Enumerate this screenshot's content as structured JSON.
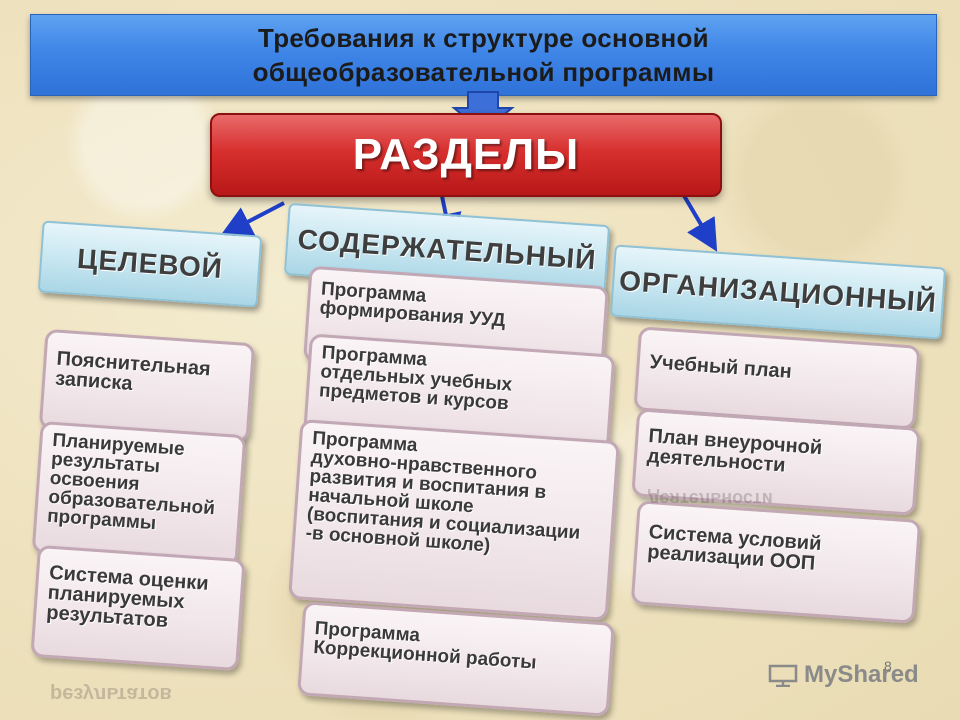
{
  "title": {
    "line1": "Требования к структуре основной",
    "line2": "общеобразовательной программы"
  },
  "sections_label": "РАЗДЕЛЫ",
  "columns": [
    {
      "header": "ЦЕЛЕВОЙ",
      "items": [
        "Пояснительная\nзаписка",
        "Планируемые\nрезультаты\nосвоения\nобразовательной\nпрограммы",
        "Система оценки\nпланируемых\nрезультатов"
      ]
    },
    {
      "header": "СОДЕРЖАТЕЛЬНЫЙ",
      "items": [
        "Программа\nформирования УУД",
        "Программа\nотдельных учебных\nпредметов и курсов",
        "Программа\nдуховно-нравственного\nразвития и воспитания в\nначальной школе\n(воспитания и социализации\n-в основной школе)",
        "Программа\nКоррекционной работы"
      ]
    },
    {
      "header": "ОРГАНИЗАЦИОННЫЙ",
      "items": [
        "Учебный план",
        "План внеурочной\nдеятельности",
        "Система условий\nреализации ООП"
      ]
    }
  ],
  "page_number": "8",
  "watermark": "MyShared",
  "colors": {
    "banner": "#3f86e8",
    "sections_box": "#d7302e",
    "header_box": "#c9e7f1",
    "card": "#f1e6ea",
    "arrow": "#1f3fc8"
  }
}
